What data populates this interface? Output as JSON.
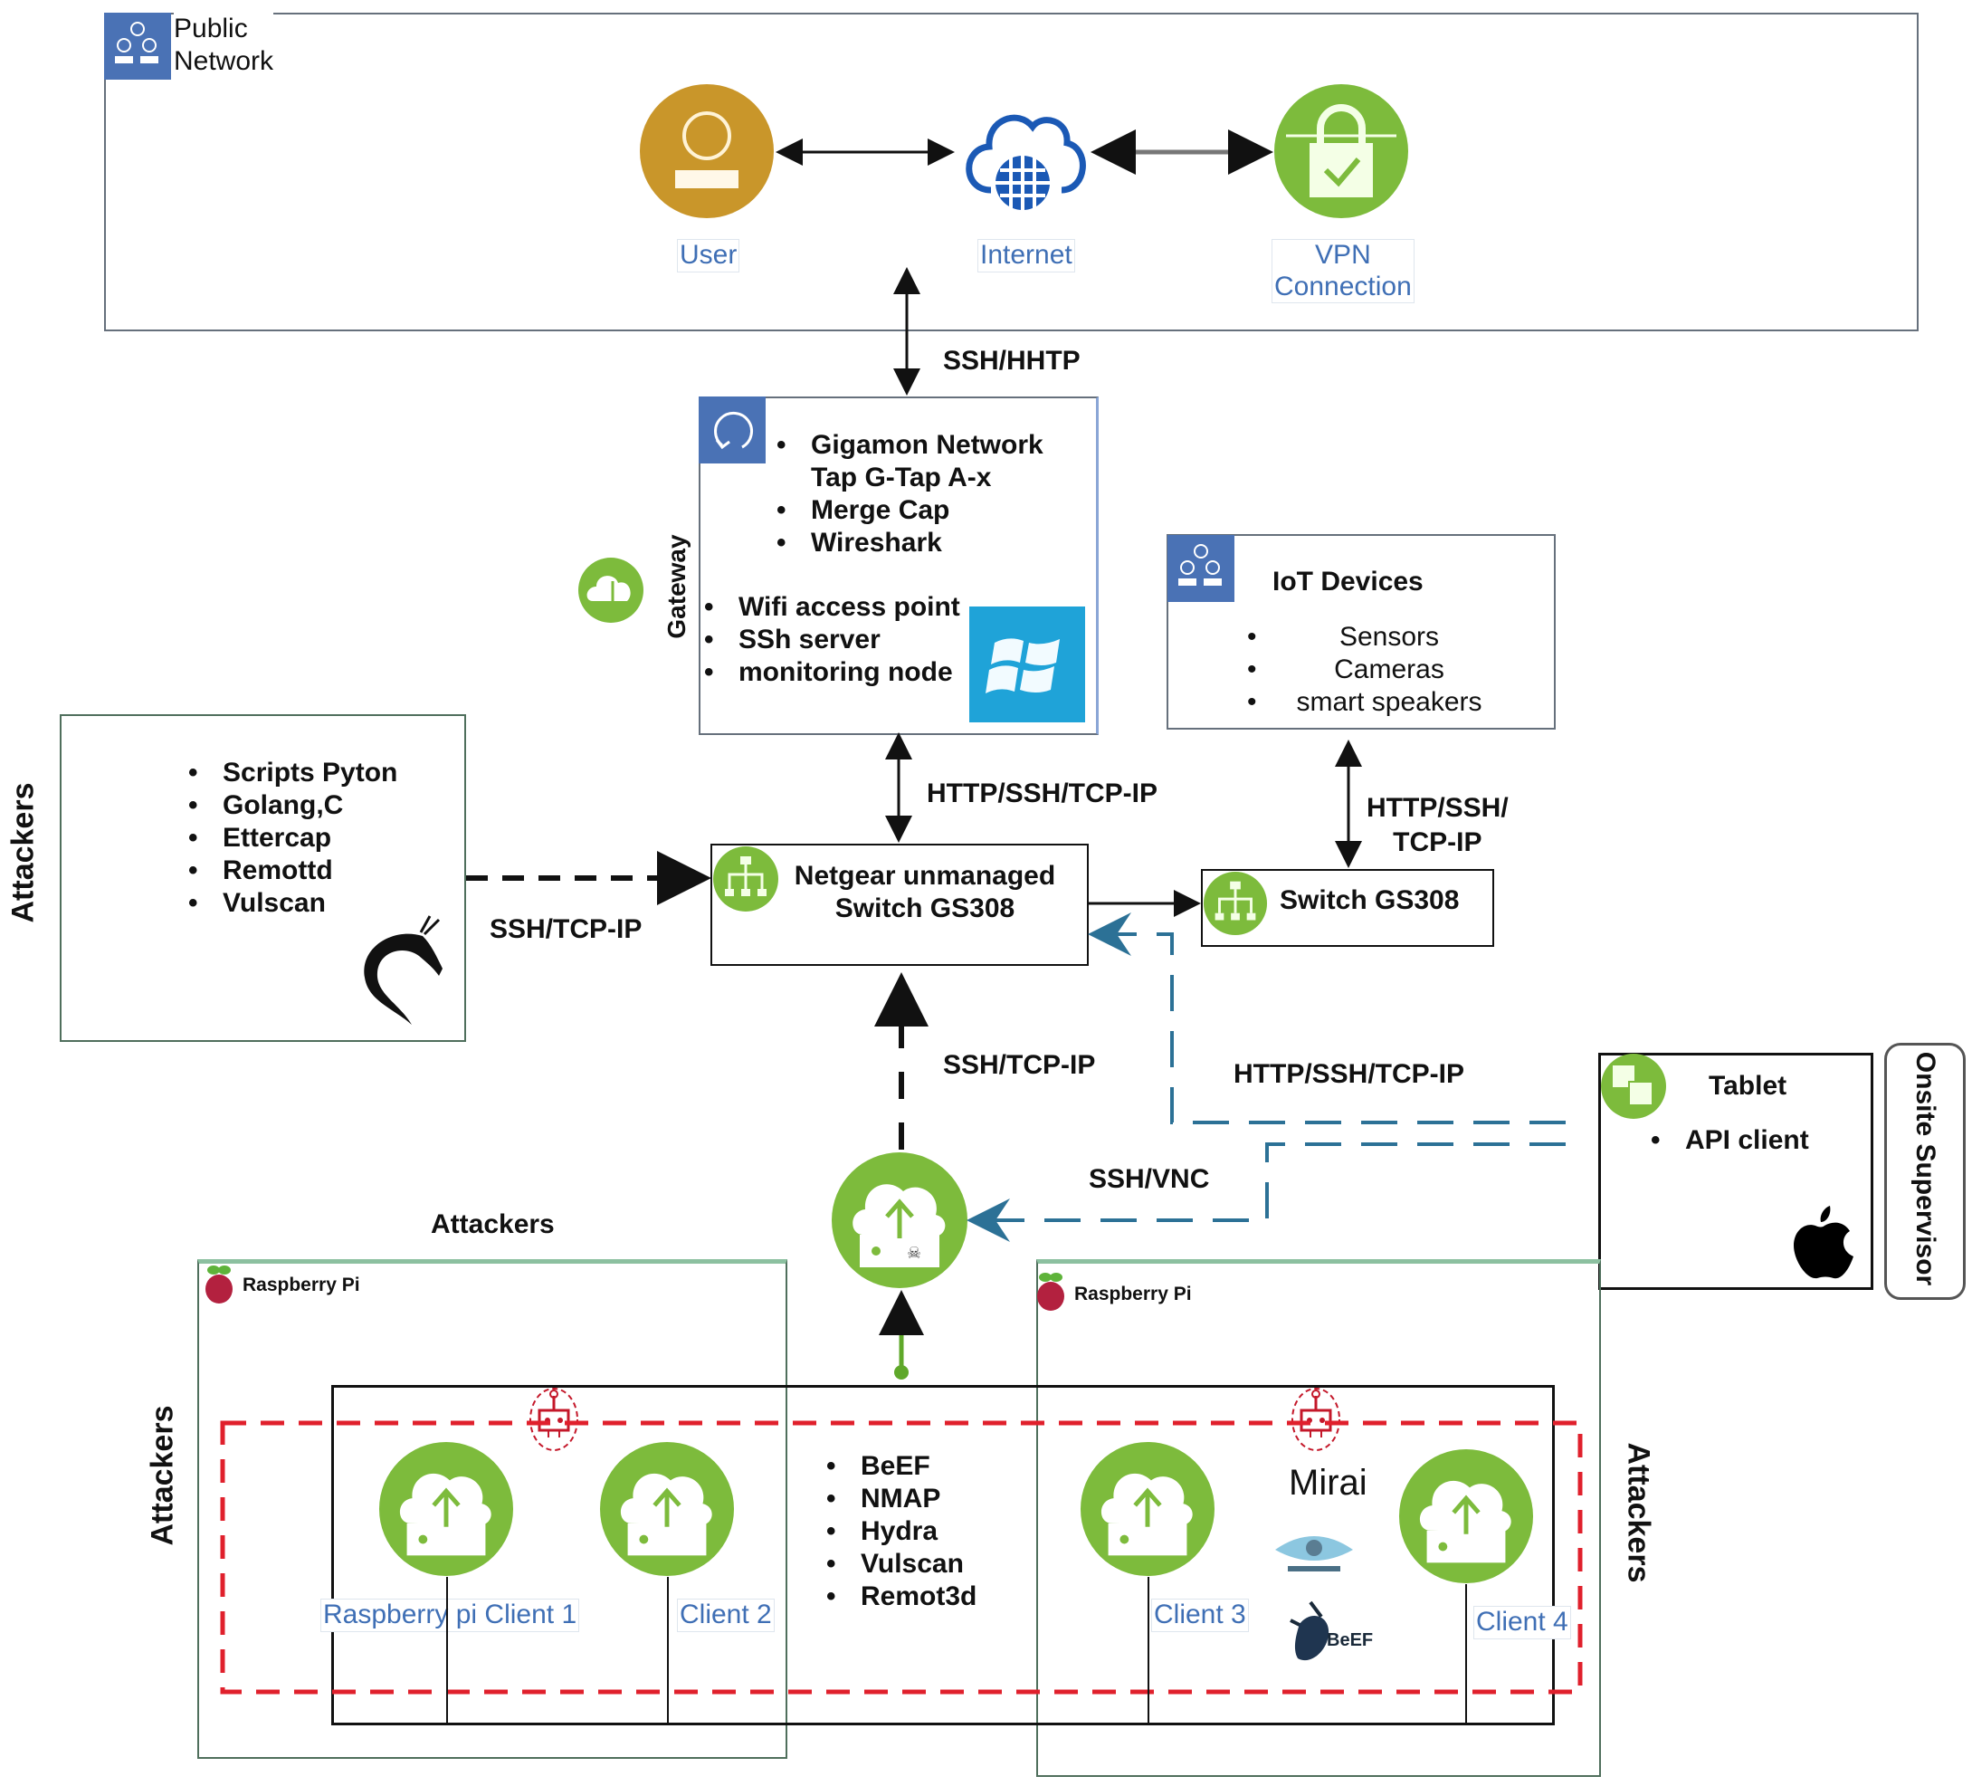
{
  "public_network": {
    "title_line1": "Public",
    "title_line2": "Network",
    "icon": "network-group-icon",
    "nodes": [
      {
        "label": "User",
        "icon": "user-icon",
        "color": "#c9962a"
      },
      {
        "label": "Internet",
        "icon": "cloud-globe-icon",
        "color": "#1b59b5"
      },
      {
        "label_line1": "VPN",
        "label_line2": "Connection",
        "icon": "vpn-lock-icon",
        "color": "#7dbb3c"
      }
    ]
  },
  "connections": {
    "internet_gateway": "SSH/HHTP",
    "gateway_switch": "HTTP/SSH/TCP-IP",
    "iot_switch_line1": "HTTP/SSH/",
    "iot_switch_line2": "TCP-IP",
    "attackers_switch": "SSH/TCP-IP",
    "pi_switch": "SSH/TCP-IP",
    "tablet_switch": "HTTP/SSH/TCP-IP",
    "tablet_pi": "SSH/VNC"
  },
  "gateway": {
    "side_label": "Gateway",
    "top_items": [
      "Gigamon Network Tap G-Tap A-x",
      "Merge Cap",
      "Wireshark"
    ],
    "bottom_items": [
      "Wifi access point",
      "SSh server",
      "monitoring node"
    ],
    "icon": "sync-icon",
    "os_icon": "windows-logo-icon"
  },
  "iot_devices": {
    "title": "IoT Devices",
    "items": [
      "Sensors",
      "Cameras",
      "smart speakers"
    ],
    "icon": "network-group-icon"
  },
  "main_switch": {
    "line1": "Netgear unmanaged",
    "line2": "Switch GS308"
  },
  "iot_switch": {
    "label": "Switch GS308"
  },
  "attackers_kali": {
    "side_label": "Attackers",
    "items": [
      "Scripts Pyton",
      "Golang,C",
      "Ettercap",
      "Remottd",
      "Vulscan"
    ],
    "logo": "kali-dragon-icon"
  },
  "tablet": {
    "title": "Tablet",
    "items": [
      "API client"
    ],
    "logo": "apple-logo-icon",
    "side_label": "Onsite Supervisor"
  },
  "raspberry_zone": {
    "top_label": "Attackers",
    "left_label": "Attackers",
    "right_label": "Attackers",
    "pi_label": "Raspberry Pi",
    "tools": [
      "BeEF",
      "NMAP",
      "Hydra",
      "Vulscan",
      "Remot3d"
    ],
    "malware_label": "Mirai",
    "clients": [
      "Raspberry pi Client 1",
      "Client 2",
      "Client 3",
      "Client 4"
    ],
    "beef_logo_text": "BeEF"
  },
  "colors": {
    "green": "#7dbb3c",
    "blue_icon": "#4a72b5",
    "red_dash": "#e0202c",
    "teal_dash": "#2c7196",
    "box_border": "#5a6a7a",
    "green_border": "#5f8a6b"
  }
}
